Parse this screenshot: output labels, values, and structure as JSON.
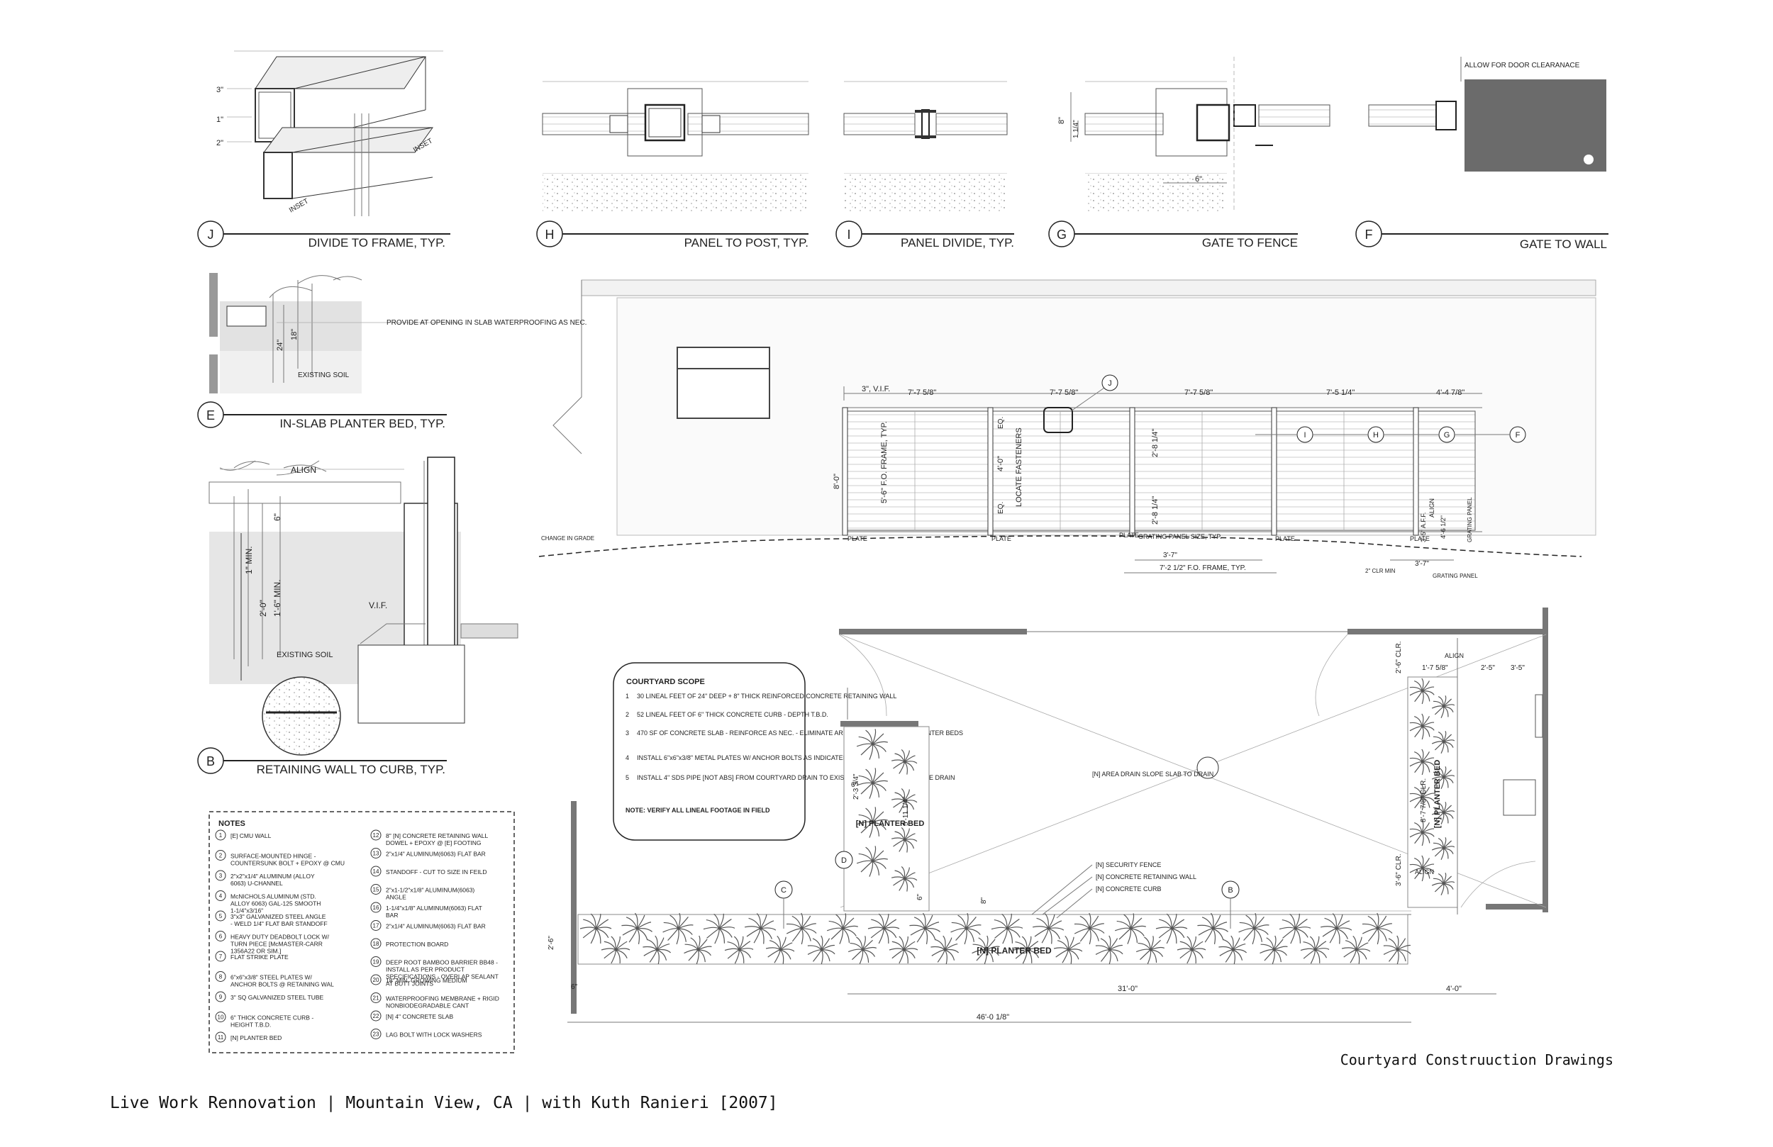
{
  "sheet": {
    "title": "Courtyard Construuction Drawings",
    "project": "Live Work Rennovation | Mountain View, CA | with Kuth Ranieri [2007]"
  },
  "details": {
    "J": {
      "tag": "J",
      "title": "DIVIDE TO FRAME, TYP.",
      "dims": [
        "3\"",
        "1\"",
        "2\""
      ],
      "labels": [
        "INSET",
        "INSET"
      ]
    },
    "H": {
      "tag": "H",
      "title": "PANEL TO POST, TYP."
    },
    "I": {
      "tag": "I",
      "title": "PANEL DIVIDE, TYP."
    },
    "G": {
      "tag": "G",
      "title": "GATE TO FENCE",
      "dims": [
        "8\"",
        "1 1/4\"",
        "6\""
      ]
    },
    "F": {
      "tag": "F",
      "title": "GATE TO WALL",
      "note": "ALLOW FOR DOOR CLEARANACE"
    },
    "E": {
      "tag": "E",
      "title": "IN-SLAB PLANTER BED, TYP.",
      "note": "PROVIDE AT OPENING IN SLAB WATERPROOFING AS NEC.",
      "soil": "EXISTING SOIL",
      "dims": [
        "24\"",
        "18\""
      ]
    },
    "B": {
      "tag": "B",
      "title": "RETAINING WALL TO CURB, TYP.",
      "align": "ALIGN",
      "vif": "V.I.F.",
      "soil": "EXISTING SOIL",
      "dims": [
        "6\"",
        "1\" MIN.",
        "1'-6\" MIN.",
        "2'-0\""
      ]
    }
  },
  "elevation": {
    "top_dims": [
      "3\", V.I.F.",
      "7'-7 5/8\"",
      "7'-7 5/8\"",
      "7'-7 5/8\"",
      "7'-5 1/4\"",
      "4'-4 7/8\""
    ],
    "vertical": [
      "8'-0\"",
      "5'-6\" F.O. FRAME, TYP.",
      "EQ.",
      "4'-0\"",
      "LOCATE FASTENERS",
      "EQ.",
      "2'-8 1/4\"",
      "2'-8 1/4\"",
      "ALIGN",
      "3'-5\" A.F.F.",
      "4'-6 1/2\"",
      "GRATING PANEL"
    ],
    "plates": [
      "PLATE",
      "PLATE",
      "PLATE",
      "PLATE",
      "PLATE"
    ],
    "bottom": [
      "3'-7\"",
      "GRATING PANEL SIZE, TYP.",
      "7'-2 1/2\" F.O. FRAME, TYP.",
      "3'-7\"",
      "GRATING PANEL",
      "2\" CLR MIN"
    ],
    "grade": "CHANGE IN GRADE",
    "callouts": [
      "J",
      "I",
      "H",
      "G",
      "F"
    ]
  },
  "scope": {
    "title": "COURTYARD SCOPE",
    "items": [
      {
        "n": "1",
        "text": "30 LINEAL FEET OF 24\" DEEP + 8\" THICK REINFORCED CONCRETE RETAINING WALL"
      },
      {
        "n": "2",
        "text": "52 LINEAL FEET OF 6\" THICK CONCRETE CURB - DEPTH T.B.D."
      },
      {
        "n": "3",
        "text": "470 SF OF CONCRETE SLAB - REINFORCE AS NEC. - ELIMINATE AREAS @ [N] IN-GROUND PLANTER BEDS"
      },
      {
        "n": "4",
        "text": "INSTALL 6\"x6\"x3/8\" METAL PLATES W/ ANCHOR BOLTS AS INDICATED"
      },
      {
        "n": "5",
        "text": "INSTALL 4\" SDS PIPE [NOT ABS] FROM COURTYARD DRAIN TO EXISTING ABANDONED SURFACE DRAIN"
      }
    ],
    "note": "NOTE: VERIFY ALL LINEAL FOOTAGE IN FIELD"
  },
  "plan": {
    "bed_left": "[N] PLANTER BED",
    "bed_right": "[N] PLANTER BED",
    "bed_bottom": "[N] PLANTER BED",
    "drain": "[N] AREA DRAIN SLOPE SLAB TO DRAIN",
    "leaders": [
      "[N] SECURITY FENCE",
      "[N] CONCRETE RETAINING WALL",
      "[N] CONCRETE CURB"
    ],
    "align": [
      "ALIGN",
      "ALIGN"
    ],
    "dims": [
      "31'-0\"",
      "46'-0 1/8\"",
      "4'-0\"",
      "2'-6\"",
      "6\"",
      "2'-3 3/4\"",
      "5'-11 1/4\"",
      "1'-7 5/8\"",
      "2'-5\"",
      "3'-5\"",
      "8'-7 7/8\" CLR.",
      "2'-6\" CLR.",
      "3'-6\" CLR.",
      "6\"",
      "6\"",
      "8\""
    ],
    "callouts": [
      "C",
      "B",
      "D"
    ]
  },
  "notes": {
    "title": "NOTES",
    "left": [
      {
        "n": "1",
        "text": "[E] CMU WALL"
      },
      {
        "n": "2",
        "text": "SURFACE-MOUNTED HINGE - COUNTERSUNK BOLT + EPOXY @ CMU"
      },
      {
        "n": "3",
        "text": "2\"x2\"x1/4\" ALUMINUM (ALLOY 6063) U-CHANNEL"
      },
      {
        "n": "4",
        "text": "McNICHOLS ALUMINUM (STD. ALLOY 6063) GAL-125 SMOOTH 1-1/4\"x3/16\""
      },
      {
        "n": "5",
        "text": "3\"x3\" GALVANIZED STEEL ANGLE - WELD 1/4\" FLAT BAR STANDOFF"
      },
      {
        "n": "6",
        "text": "HEAVY DUTY DEADBOLT LOCK W/ TURN PIECE [McMASTER-CARR 1356A22 OR SIM.]"
      },
      {
        "n": "7",
        "text": "FLAT STRIKE PLATE"
      },
      {
        "n": "8",
        "text": "6\"x6\"x3/8\" STEEL PLATES W/ ANCHOR BOLTS @ RETAINING WAL"
      },
      {
        "n": "9",
        "text": "3\" SQ GALVANIZED STEEL TUBE"
      },
      {
        "n": "10",
        "text": "6\" THICK CONCRETE CURB - HEIGHT T.B.D."
      },
      {
        "n": "11",
        "text": "[N] PLANTER BED"
      }
    ],
    "right": [
      {
        "n": "12",
        "text": "8\" [N] CONCRETE RETAINING WALL DOWEL + EPOXY @ [E] FOOTING"
      },
      {
        "n": "13",
        "text": "2\"x1/4\" ALUMINUM(6063) FLAT BAR"
      },
      {
        "n": "14",
        "text": "STANDOFF - CUT TO SIZE IN FEILD"
      },
      {
        "n": "15",
        "text": "2\"x1-1/2\"x1/8\" ALUMINUM(6063) ANGLE"
      },
      {
        "n": "16",
        "text": "1-1/4\"x1/8\" ALUMINUM(6063) FLAT BAR"
      },
      {
        "n": "17",
        "text": "2\"x1/4\" ALUMINUM(6063) FLAT BAR"
      },
      {
        "n": "18",
        "text": "PROTECTION BOARD"
      },
      {
        "n": "19",
        "text": "DEEP ROOT BAMBOO BARRIER BB48 - INSTALL AS PER PRODUCT SPECIFICATIONS - OVERLAP SEALANT AT BUTT JOINTS"
      },
      {
        "n": "20",
        "text": "18\" MIN. GROWING MEDIUM"
      },
      {
        "n": "21",
        "text": "WATERPROOFING MEMBRANE + RIGID NONBIODEGRADABLE CANT"
      },
      {
        "n": "22",
        "text": "[N] 4\" CONCRETE SLAB"
      },
      {
        "n": "23",
        "text": "LAG BOLT WITH LOCK WASHERS"
      }
    ]
  }
}
